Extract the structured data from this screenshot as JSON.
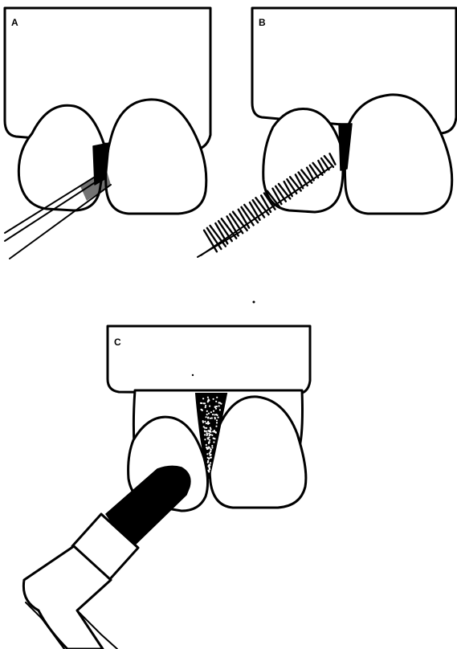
{
  "panels": [
    {
      "label": "A",
      "tool": "toothpick"
    },
    {
      "label": "B",
      "tool": "interdental-brush"
    },
    {
      "label": "C",
      "tool": "single-tufted-brush"
    }
  ]
}
